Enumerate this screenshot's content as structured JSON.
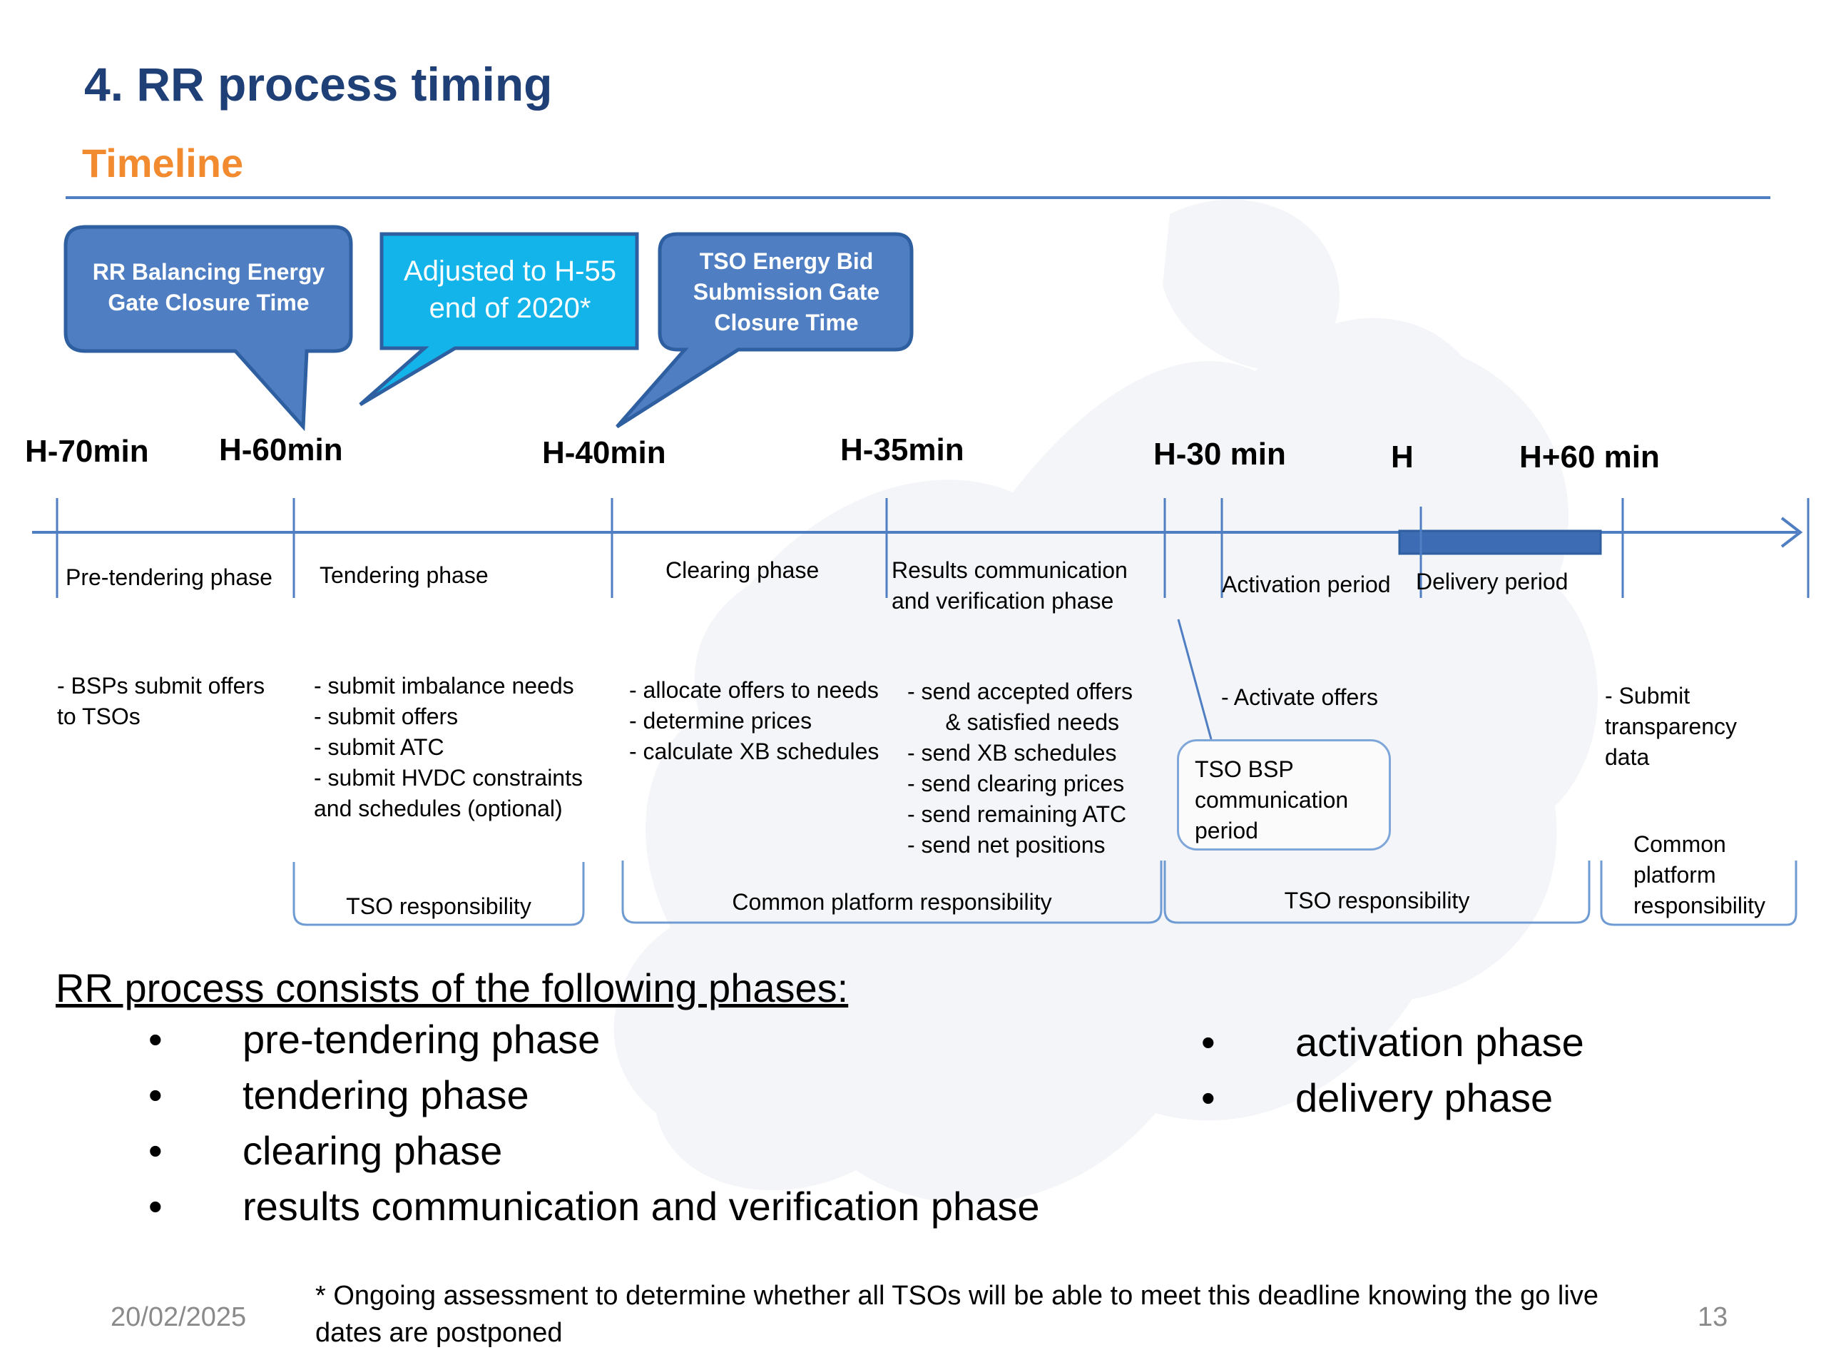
{
  "slide": {
    "title": "4. RR process timing",
    "subtitle": "Timeline",
    "date": "20/02/2025",
    "page_number": "13",
    "footnote": "* Ongoing assessment to determine whether all TSOs will be able to meet this deadline knowing the go live dates are postponed"
  },
  "callouts": {
    "gate_closure": [
      "RR Balancing Energy",
      "Gate Closure Time"
    ],
    "adjusted": [
      "Adjusted to H-55",
      "end of 2020*"
    ],
    "tso_bid": [
      "TSO Energy Bid",
      "Submission Gate",
      "Closure Time"
    ]
  },
  "timeline": {
    "markers": [
      "H-70min",
      "H-60min",
      "H-40min",
      "H-35min",
      "H-30 min",
      "H",
      "H+60 min"
    ],
    "phases": [
      "Pre-tendering phase",
      "Tendering phase",
      "Clearing phase",
      "Results communication\nand verification phase",
      "Activation period",
      "Delivery period"
    ],
    "tasks": {
      "pre_tendering": "- BSPs submit offers\nto TSOs",
      "tendering": "- submit imbalance needs\n- submit offers\n- submit ATC\n- submit HVDC constraints\nand schedules (optional)",
      "clearing": "- allocate offers to needs\n- determine prices\n- calculate XB schedules",
      "results": "- send accepted offers\n      & satisfied needs\n- send XB schedules\n- send clearing prices\n- send remaining ATC\n- send net positions",
      "activation": "- Activate offers",
      "delivery": "- Submit\ntransparency\ndata"
    },
    "tso_bsp_box": "TSO BSP\ncommunication\nperiod",
    "responsibilities": [
      "TSO responsibility",
      "Common platform responsibility",
      "TSO responsibility",
      "Common\nplatform\nresponsibility"
    ]
  },
  "phase_list": {
    "heading": "RR process consists of the following phases:",
    "left_items": [
      "pre-tendering phase",
      "tendering phase",
      "clearing phase",
      "results communication and verification phase"
    ],
    "right_items": [
      "activation phase",
      "delivery phase"
    ]
  },
  "colors": {
    "title": "#1f3f77",
    "subtitle": "#f28a30",
    "callout_blue": "#4f7ec2",
    "callout_cyan": "#13b4ea",
    "axis": "#4f7ec2"
  }
}
